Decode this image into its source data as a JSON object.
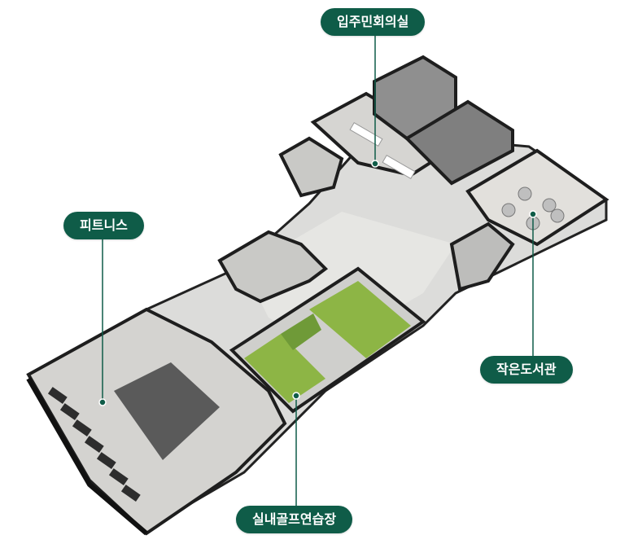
{
  "labels": {
    "meeting_room": "입주민회의실",
    "fitness": "피트니스",
    "library": "작은도서관",
    "golf": "실내골프연습장"
  },
  "colors": {
    "label_bg": "#0f5c48",
    "label_text": "#ffffff",
    "leader_line": "#0f5c48",
    "floor": "#dcdcda",
    "wall": "#1e1e1e",
    "golf_green": "#8db545",
    "dark_mat": "#5a5a5a"
  }
}
